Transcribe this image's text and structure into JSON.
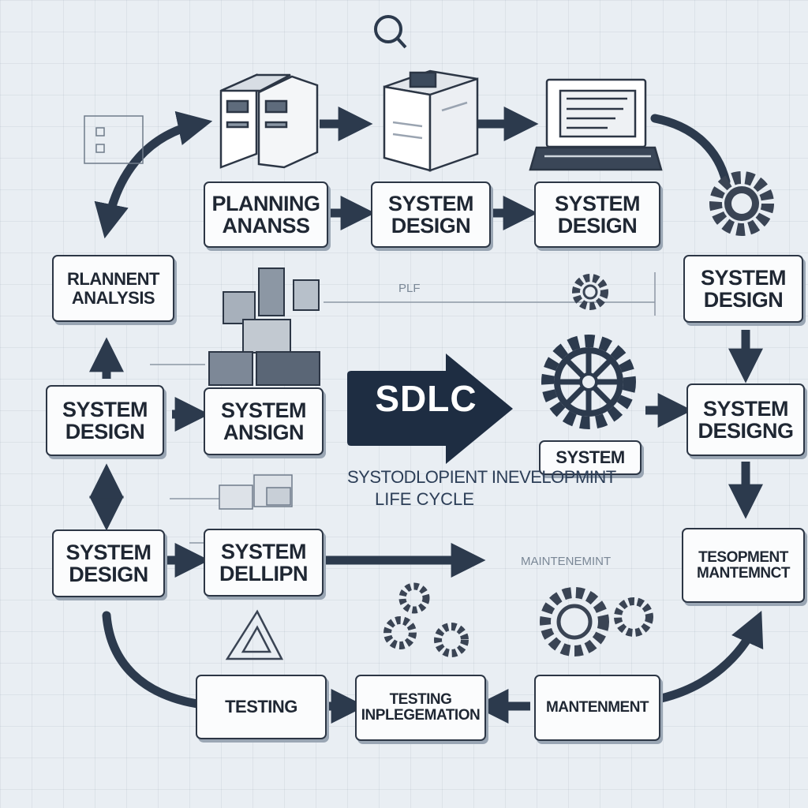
{
  "center": {
    "badge": "SDLC",
    "system_label": "SYSTEM",
    "subtitle_line1": "SYSTODLOPIENT INEVELOPMINT",
    "subtitle_line2": "LIFE CYCLE",
    "faint_top": "PLF",
    "faint_mid": "MAINTENEMINT"
  },
  "boxes": {
    "planning_top": "PLANNING\nANANSS",
    "system_design_top_mid": "SYSTEM\nDESIGN",
    "system_design_top_right": "SYSTEM\nDESIGN",
    "rlannent_analysis": "RLANNENT\nANALYSIS",
    "system_design_right_upper": "SYSTEM\nDESIGN",
    "system_design_left_mid": "SYSTEM\nDESIGN",
    "system_ansign": "SYSTEM\nANSIGN",
    "system_designg": "SYSTEM\nDESIGNG",
    "system_design_left_low": "SYSTEM\nDESIGN",
    "system_dellipn": "SYSTEM\nDELLIPN",
    "tesopment_mantemnt": "TESOPMENT\nMANTEMNCT",
    "testing": "TESTING",
    "testing_implementation": "TESTING\nINPLEGEMATION",
    "mantenment": "MANTENMENT"
  },
  "colors": {
    "box_border": "#2c3645",
    "arrow": "#2c3a4d",
    "badge_fill": "#1e2d42",
    "background": "#e9eef3"
  },
  "icons": [
    "magnifier-icon",
    "server-icon",
    "document-cube-icon",
    "laptop-icon",
    "gear-icon",
    "blocks-icon",
    "triangle-icon"
  ]
}
